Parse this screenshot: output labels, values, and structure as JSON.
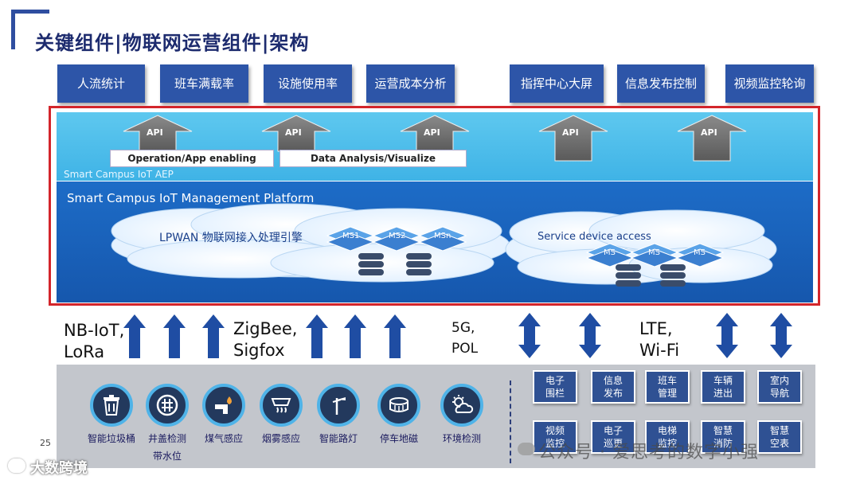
{
  "title": "关键组件|物联网运营组件|架构",
  "top_apps": [
    {
      "label": "人流统计"
    },
    {
      "label": "班车满载率"
    },
    {
      "label": "设施使用率"
    },
    {
      "label": "运营成本分析"
    },
    {
      "label": "指挥中心大屏"
    },
    {
      "label": "信息发布控制"
    },
    {
      "label": "视频监控轮询"
    }
  ],
  "api_label": "API",
  "enabling": {
    "op_app": "Operation/App enabling",
    "data": "Data Analysis/Visualize"
  },
  "aep_label": "Smart Campus IoT AEP",
  "mgmt_label": "Smart Campus IoT Management Platform",
  "lpwan_label": "LPWAN 物联网接入处理引擎",
  "service_label": "Service device access",
  "ms_left": [
    "MS1",
    "MS2",
    "MSn"
  ],
  "ms_right": [
    "MS",
    "MS",
    "MS"
  ],
  "tech": {
    "nb": [
      "NB-IoT,",
      "LoRa"
    ],
    "zig": [
      "ZigBee,",
      "Sigfox"
    ],
    "g5": [
      "5G,",
      "POL"
    ],
    "lte": [
      "LTE,",
      "Wi-Fi"
    ]
  },
  "sensors": [
    {
      "label": "智能垃圾桶",
      "icon": "trash-bin-icon"
    },
    {
      "label": "井盖检测",
      "icon": "manhole-icon"
    },
    {
      "label": "带水位",
      "icon": ""
    },
    {
      "label": "煤气感应",
      "icon": "gas-icon"
    },
    {
      "label": "烟雾感应",
      "icon": "smoke-icon"
    },
    {
      "label": "智能路灯",
      "icon": "streetlight-icon"
    },
    {
      "label": "停车地磁",
      "icon": "parking-sensor-icon"
    },
    {
      "label": "环境检测",
      "icon": "weather-icon"
    }
  ],
  "services_top": [
    "电子围栏",
    "信息发布",
    "班车管理",
    "车辆进出",
    "室内导航"
  ],
  "services_bottom": [
    "视频监控",
    "电子巡更",
    "电梯监控",
    "智慧消防",
    "智慧空表"
  ],
  "page_number": "25",
  "watermark_wechat": "公众号 · 爱思考的数字小强",
  "watermark_brand": "大数跨境",
  "colors": {
    "navy": "#2d55a8",
    "aep": "#4ab9e9",
    "mgmt": "#1860b5",
    "frame_red": "#d3252b",
    "sensor_ring": "#4fb3e8"
  }
}
